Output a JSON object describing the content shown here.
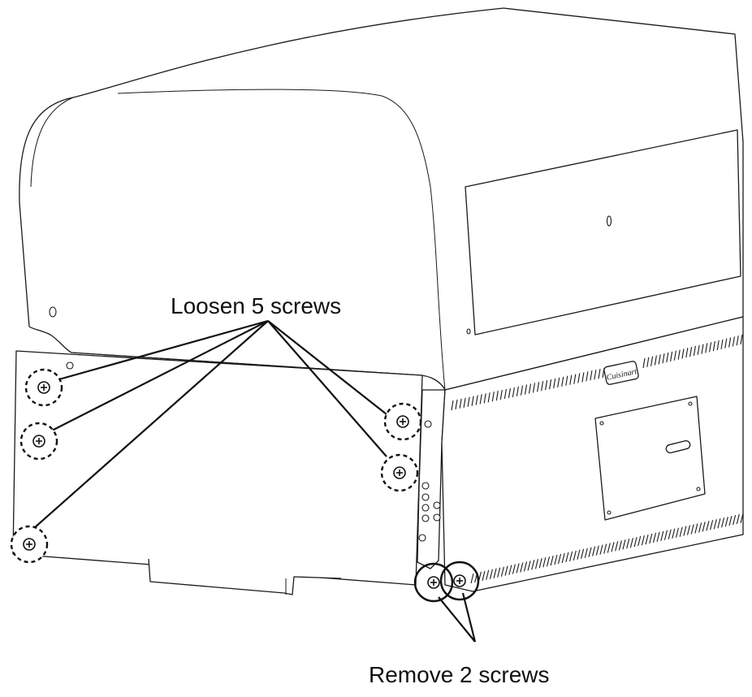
{
  "labels": {
    "loosen": "Loosen 5 screws",
    "remove": "Remove 2 screws",
    "brand": "Cuisinart"
  },
  "callouts": [
    {
      "id": "loosen",
      "label_ref": "loosen",
      "style": "dashed",
      "screw_count": 5
    },
    {
      "id": "remove",
      "label_ref": "remove",
      "style": "solid",
      "screw_count": 2
    }
  ],
  "colors": {
    "line": "#111111",
    "background": "#ffffff"
  }
}
